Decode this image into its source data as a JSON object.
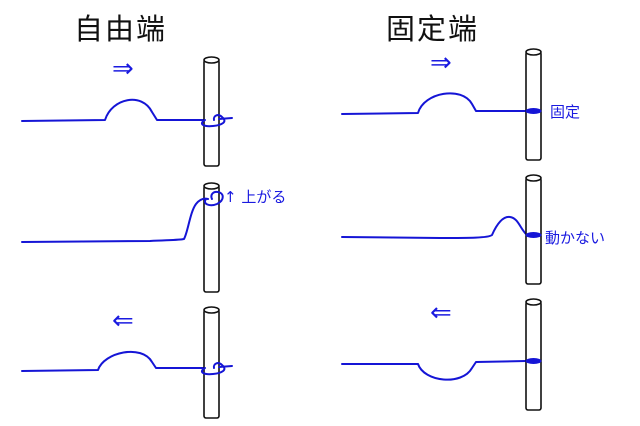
{
  "headings": {
    "free_end": "自由端",
    "fixed_end": "固定端"
  },
  "annotations": {
    "rises": "↑ 上がる",
    "fixed": "固定",
    "does_not_move": "動かない"
  },
  "arrows": {
    "right": "⇒",
    "left": "⇐"
  },
  "colors": {
    "ink": "#111111",
    "wave": "#1515d6"
  }
}
